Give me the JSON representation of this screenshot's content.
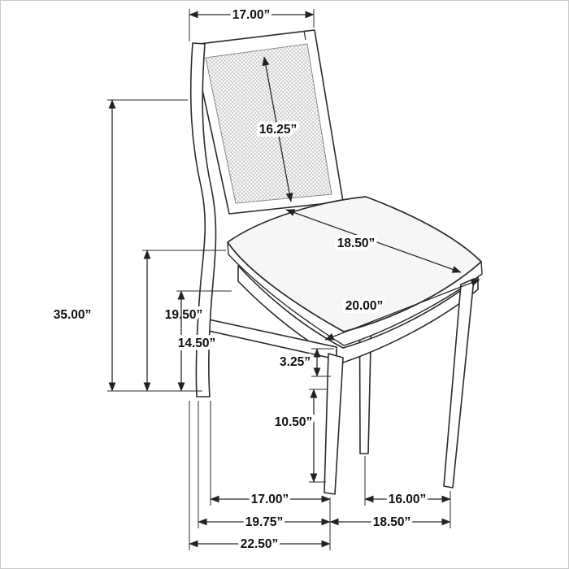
{
  "dims": {
    "back_top_width": "17.00”",
    "back_panel_diagonal": "16.25”",
    "overall_height": "35.00”",
    "back_height": "19.50”",
    "seat_height": "14.50”",
    "seat_depth": "18.50”",
    "seat_width": "20.00”",
    "seat_rail_thickness": "3.25”",
    "leg_clearance": "10.50”",
    "floor_span_side_inner": "17.00”",
    "floor_span_front_inner": "16.00”",
    "floor_span_side_mid": "19.75”",
    "floor_span_front_outer": "18.50”",
    "floor_span_side_outer": "22.50”"
  },
  "theme": {
    "line": "#2b2b2b",
    "mesh": "#b5b5b5",
    "cushion": "#f6f6f6",
    "label_text": "#111111",
    "background": "#ffffff",
    "border": "#c9c9c9"
  }
}
